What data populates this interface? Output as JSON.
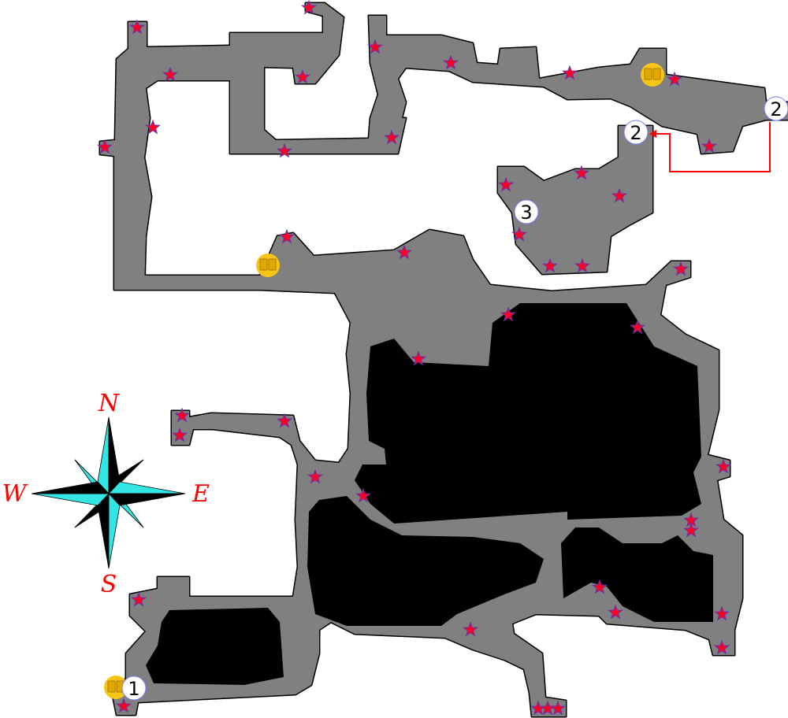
{
  "compass": {
    "north": "N",
    "east": "E",
    "south": "S",
    "west": "W"
  },
  "markers": [
    {
      "label": "1",
      "name": "marker-1"
    },
    {
      "label": "2",
      "name": "marker-2-exit"
    },
    {
      "label": "2",
      "name": "marker-2-entry"
    },
    {
      "label": "3",
      "name": "marker-3"
    }
  ],
  "icons": {
    "star": "star-icon",
    "book": "book-icon"
  },
  "colors": {
    "floor": "#808080",
    "wall": "#000000",
    "star_fill": "#ff0020",
    "star_stroke": "#6a2fb0",
    "compass_cyan": "#33e6e6",
    "label_red": "#ff0000",
    "book_gold": "#f5c518",
    "marker_ring": "#7b7bff",
    "arrow_red": "#ff0000"
  }
}
